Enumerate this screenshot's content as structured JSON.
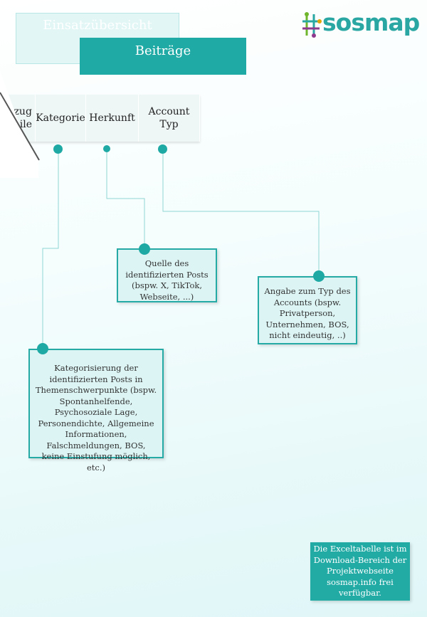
{
  "tabs": {
    "inactive_label": "Einsatzübersicht",
    "active_label": "Beiträge"
  },
  "logo": {
    "text": "sosmap"
  },
  "table": {
    "headers": [
      {
        "text": "zug\neile"
      },
      {
        "text": "Kategorie"
      },
      {
        "text": "Herkunft"
      },
      {
        "text": "Account\nTyp"
      }
    ]
  },
  "callouts": {
    "herkunft": "Quelle des identifizierten Posts (bspw. X, TikTok, Webseite, ...)",
    "account_typ": "Angabe zum Typ des Accounts (bspw. Privatperson, Unternehmen, BOS, nicht eindeutig, ..)",
    "kategorie": "Kategorisierung der identifizierten Posts in Themenschwerpunkte (bspw. Spontanhelfende, Psychosoziale Lage, Personendichte, Allgemeine Informationen, Falschmeldungen, BOS, keine Einstufung möglich, etc.)"
  },
  "note": "Die Exceltabelle ist im Download-Bereich der Projektwebseite sosmap.info frei verfügbar.",
  "colors": {
    "accent": "#20aaa5",
    "box_bg": "#dcf4f4"
  }
}
